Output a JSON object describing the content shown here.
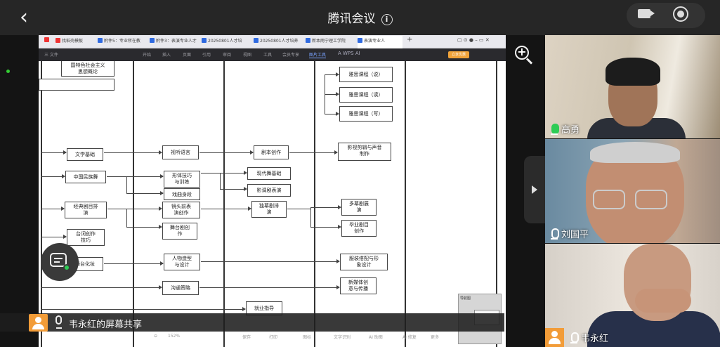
{
  "app": {
    "title": "腾讯会议"
  },
  "browser_tabs": [
    {
      "label": "找稻壳模板"
    },
    {
      "label": "附件5：专业所在教"
    },
    {
      "label": "附件3：表演专业人才"
    },
    {
      "label": "20250801人才培"
    },
    {
      "label": "20250801人才培养"
    },
    {
      "label": "新本雨宁理工学院"
    },
    {
      "label": "表演专业人"
    }
  ],
  "ribbon": {
    "items": [
      "三 文件",
      "开始",
      "插入",
      "页面",
      "引用",
      "审阅",
      "视图",
      "工具",
      "会员专享",
      "图片工具"
    ],
    "active": "图片工具",
    "wps_ai": "A WPS AI",
    "right_button": "立享优惠"
  },
  "flowchart": {
    "boxes": {
      "b0": "国特色社会主义\n思想概论",
      "b1": "文学基础",
      "b2": "中国民族舞",
      "b3": "经典剧目排\n演",
      "b4": "台词创作\n技巧",
      "b5": "舞台化妆",
      "c1": "视听语言",
      "c2": "形体技巧\n与训练",
      "c3": "戏曲身段",
      "c4": "镜头前表\n演创作",
      "c5": "舞台剧创\n作",
      "c6": "人物造型\n与设计",
      "c7": "沟通策略",
      "d1": "剧本创作",
      "d2": "现代舞基础",
      "d3": "影调剧表演",
      "d4": "独幕剧排\n演",
      "d5": "就业指导",
      "e1": "雅思课程（说）",
      "e2": "雅思课程（读）",
      "e3": "雅思课程（写）",
      "e4": "影视剪辑与声音\n制作",
      "e5": "多幕剧展\n演",
      "e6": "毕业剧目\n创作",
      "e7": "服装搭配与形\n象设计",
      "e8": "新媒体创\n意与传播"
    }
  },
  "navigator": {
    "title": "导航图"
  },
  "statusbar": {
    "zoom": "152%",
    "items": [
      "保存",
      "打印",
      "图标",
      "文字识别",
      "AI 助图",
      "AI 修复",
      "更多"
    ]
  },
  "share": {
    "label": "韦永红的屏幕共享"
  },
  "participants": [
    {
      "name": "高勇",
      "speaking": true
    },
    {
      "name": "刘国平",
      "speaking": false
    },
    {
      "name": "韦永红",
      "speaking": false
    }
  ]
}
